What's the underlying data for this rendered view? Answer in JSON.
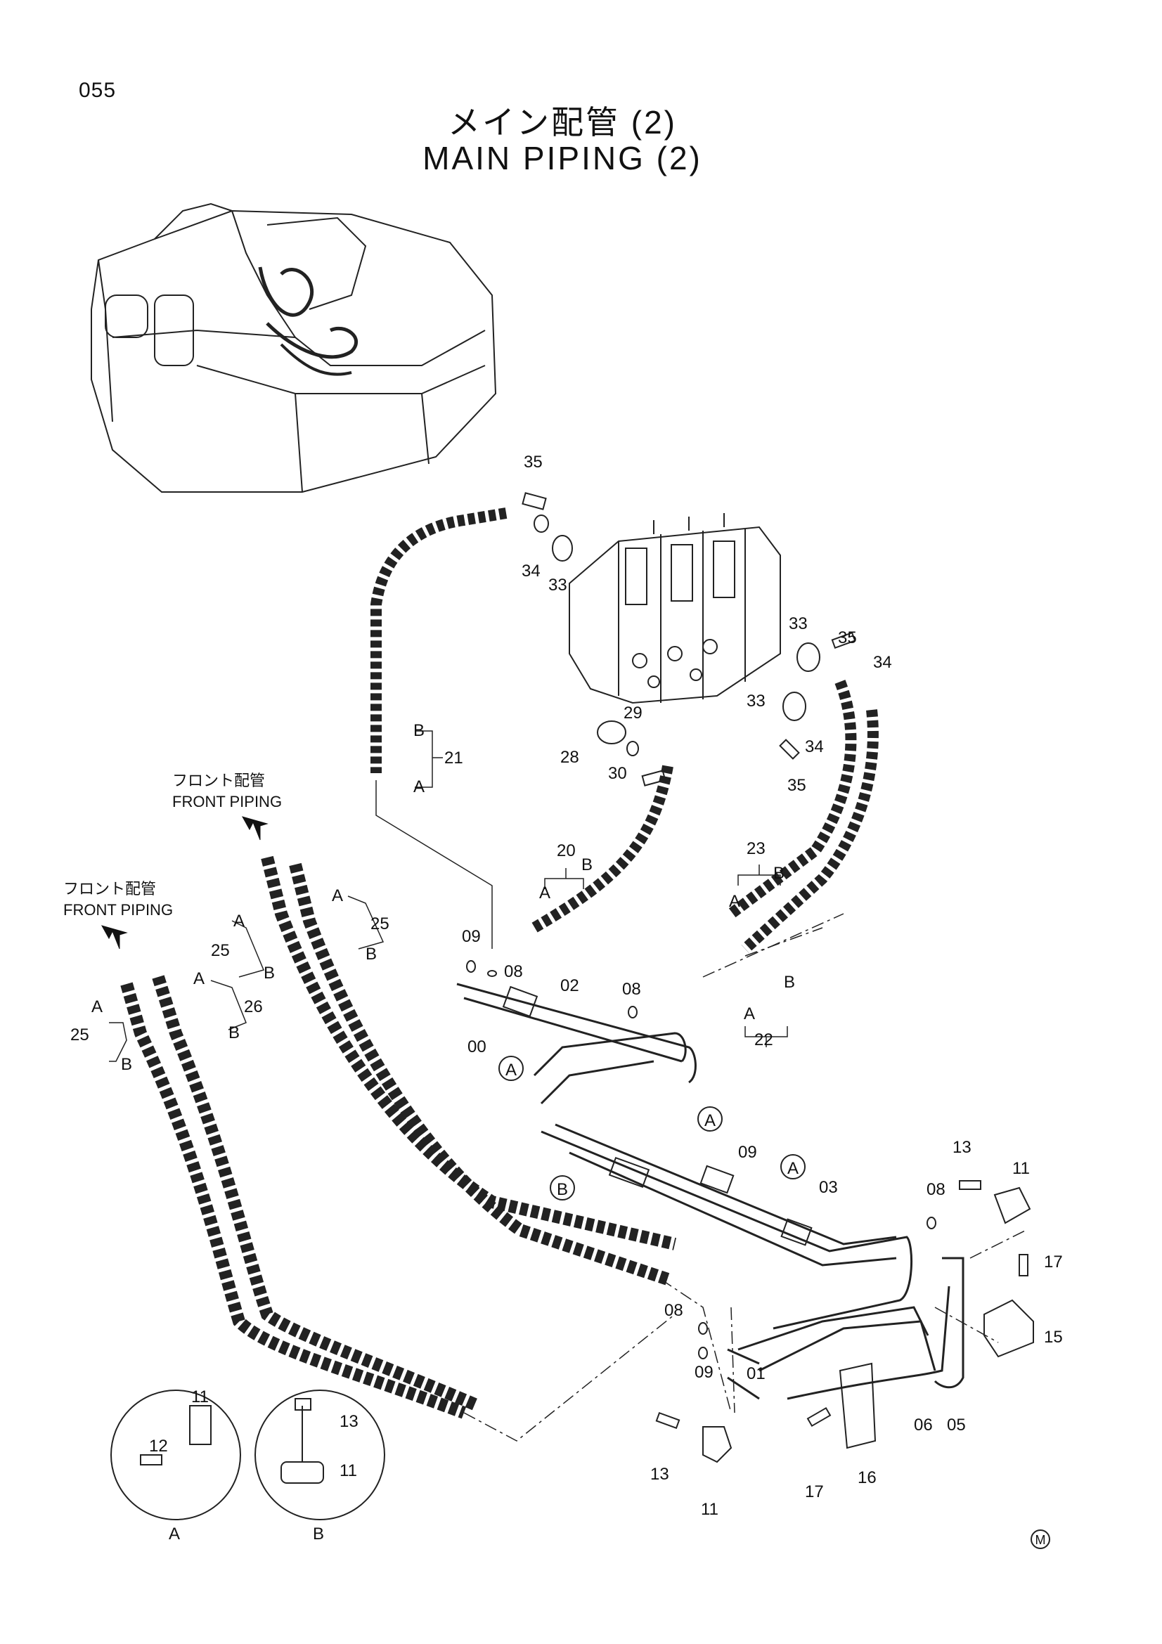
{
  "page_number": "055",
  "title_jp": "メイン配管 (2)",
  "title_en": "MAIN PIPING (2)",
  "front_piping_jp": "フロント配管",
  "front_piping_en": "FRONT PIPING",
  "callouts": {
    "c35a": "35",
    "c34a": "34",
    "c33a": "33",
    "c35b": "35",
    "c33b": "33",
    "c34b": "34",
    "c33c": "33",
    "c34c": "34",
    "c35c": "35",
    "c29": "29",
    "c28": "28",
    "c30": "30",
    "c21": "21",
    "c20": "20",
    "c23": "23",
    "c22": "22",
    "c25a": "25",
    "c25b": "25",
    "c25c": "25",
    "c26": "26",
    "c09a": "09",
    "c08a": "08",
    "c02": "02",
    "c08b": "08",
    "c00": "00",
    "c09b": "09",
    "c03": "03",
    "c13a": "13",
    "c11a": "11",
    "c08c": "08",
    "c17a": "17",
    "c15": "15",
    "c08d": "08",
    "c09c": "09",
    "c01": "01",
    "c06": "06",
    "c05": "05",
    "c13b": "13",
    "c11b": "11",
    "c17b": "17",
    "c16": "16",
    "d11a": "11",
    "d12": "12",
    "d13": "13",
    "d11b": "11"
  },
  "letters": {
    "A": "A",
    "B": "B"
  },
  "detail_labels": {
    "left": "A",
    "right": "B"
  },
  "mark": "M"
}
